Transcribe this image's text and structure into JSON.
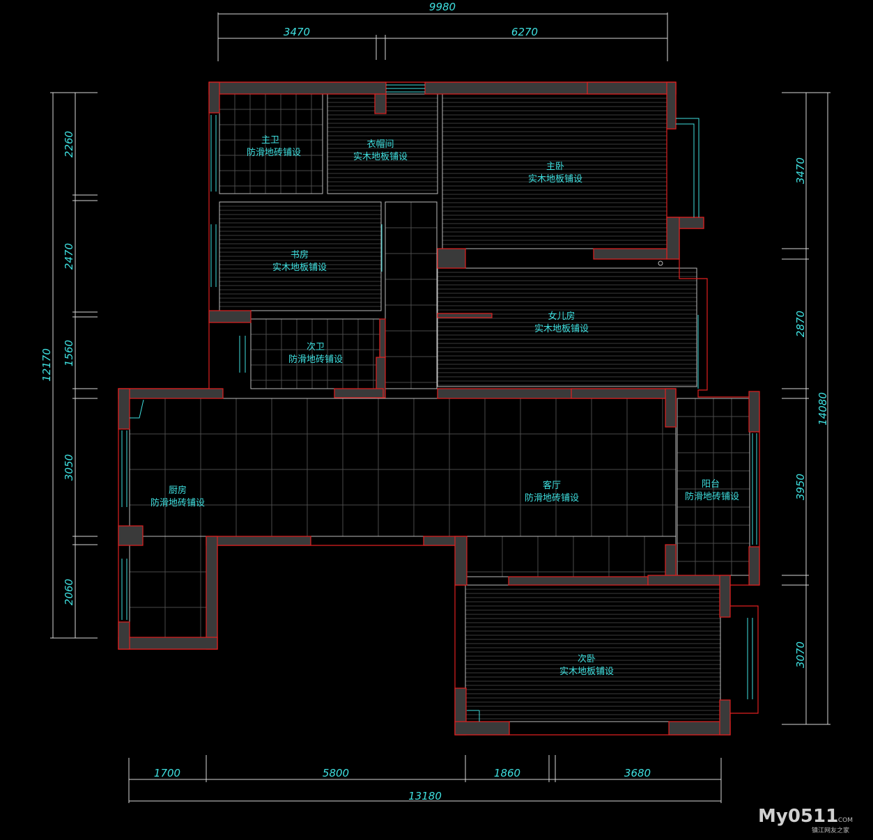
{
  "dimensions": {
    "top_overall": "9980",
    "top_left": "3470",
    "top_right": "6270",
    "bottom_overall": "13180",
    "bottom_1": "1700",
    "bottom_2": "5800",
    "bottom_3": "1860",
    "bottom_4": "3680",
    "left_overall": "12170",
    "left_1": "2260",
    "left_2": "2470",
    "left_3": "1560",
    "left_4": "3050",
    "left_5": "2060",
    "right_overall": "14080",
    "right_1": "3470",
    "right_2": "2870",
    "right_3": "3950",
    "right_4": "3070"
  },
  "rooms": {
    "master_bath": {
      "name": "主卫",
      "floor": "防滑地砖铺设"
    },
    "closet": {
      "name": "衣帽间",
      "floor": "实木地板铺设"
    },
    "master_bedroom": {
      "name": "主卧",
      "floor": "实木地板铺设"
    },
    "study": {
      "name": "书房",
      "floor": "实木地板铺设"
    },
    "daughter_room": {
      "name": "女儿房",
      "floor": "实木地板铺设"
    },
    "second_bath": {
      "name": "次卫",
      "floor": "防滑地砖铺设"
    },
    "kitchen": {
      "name": "厨房",
      "floor": "防滑地砖铺设"
    },
    "living_room": {
      "name": "客厅",
      "floor": "防滑地砖铺设"
    },
    "balcony": {
      "name": "阳台",
      "floor": "防滑地砖铺设"
    },
    "second_bedroom": {
      "name": "次卧",
      "floor": "实木地板铺设"
    }
  },
  "watermark": {
    "brand": "My0511",
    "domain": ".COM",
    "tagline": "镇江网友之家"
  },
  "colors": {
    "background": "#000000",
    "wall": "#3a3a3a",
    "wall_outline": "#e02020",
    "text": "#3fe0e0",
    "dimension_line": "#d8d8d8"
  }
}
